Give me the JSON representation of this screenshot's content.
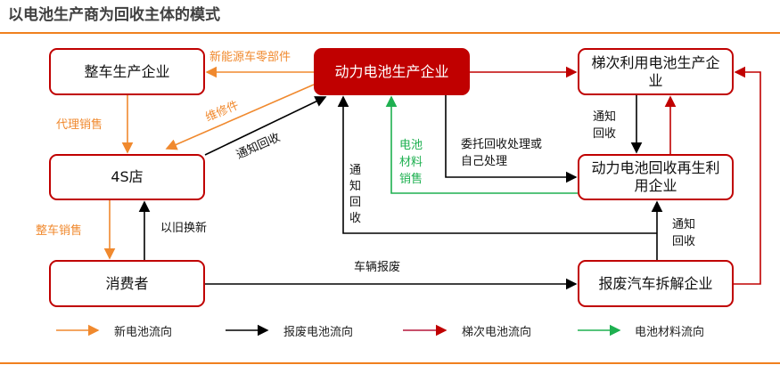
{
  "title": "以电池生产商为回收主体的模式",
  "colors": {
    "new_battery": "#f0892e",
    "scrap_battery": "#000000",
    "cascade_battery": "#c00000",
    "material": "#1eb050",
    "accent_rule": "#f0801e"
  },
  "nodes": {
    "vehicle_maker": "整车生产企业",
    "battery_maker": "动力电池生产企业",
    "cascade_maker": "梯次利用电池生产企业",
    "dealer_4s": "4S店",
    "recycler": "动力电池回收再生利用企业",
    "consumer": "消费者",
    "dismantler": "报废汽车拆解企业"
  },
  "edge_labels": {
    "parts": "新能源车零部件",
    "repair_parts": "维修件",
    "agent_sales": "代理销售",
    "notify_recycle_4s": "通知回收",
    "vehicle_sales": "整车销售",
    "trade_in": "以旧换新",
    "notify_recycle_vertical": "通知回收",
    "material_sales": "电池材料销售",
    "entrust": "委托回收处理或自己处理",
    "notify_recycle_cascade": "通知回收",
    "notify_recycle_dismantler": "通知回收",
    "vehicle_scrap": "车辆报废"
  },
  "legend": [
    {
      "label": "新电池流向"
    },
    {
      "label": "报废电池流向"
    },
    {
      "label": "梯次电池流向"
    },
    {
      "label": "电池材料流向"
    }
  ]
}
